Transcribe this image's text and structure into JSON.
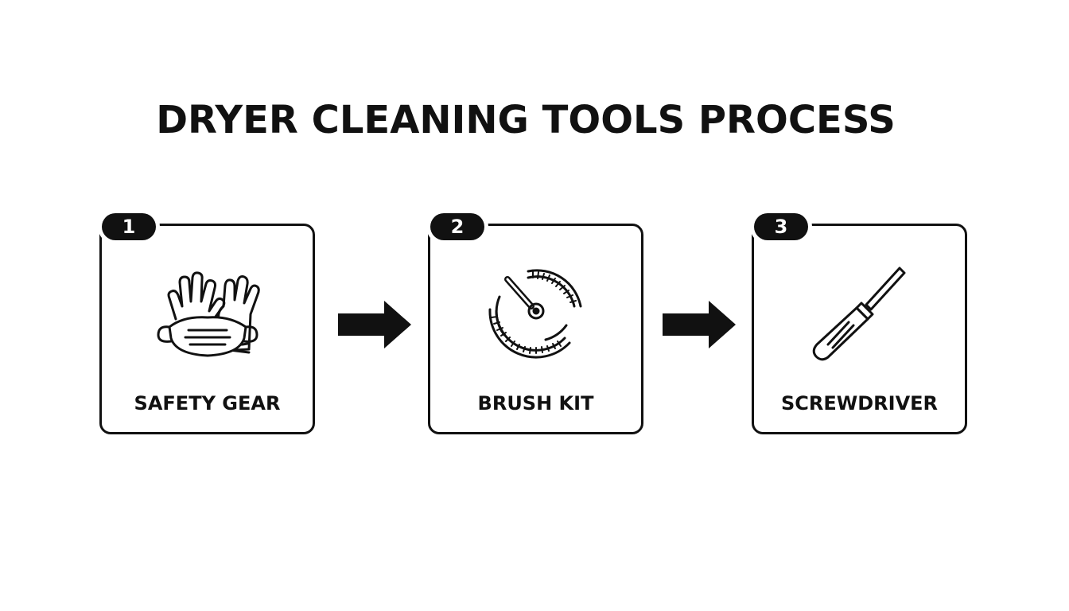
{
  "title": "DRYER CLEANING TOOLS PROCESS",
  "steps": [
    {
      "number": "1",
      "label": "SAFETY GEAR",
      "icon": "gloves-and-mask-icon"
    },
    {
      "number": "2",
      "label": "BRUSH KIT",
      "icon": "brush-kit-icon"
    },
    {
      "number": "3",
      "label": "SCREWDRIVER",
      "icon": "screwdriver-icon"
    }
  ],
  "colors": {
    "ink": "#111111",
    "background": "#ffffff"
  }
}
